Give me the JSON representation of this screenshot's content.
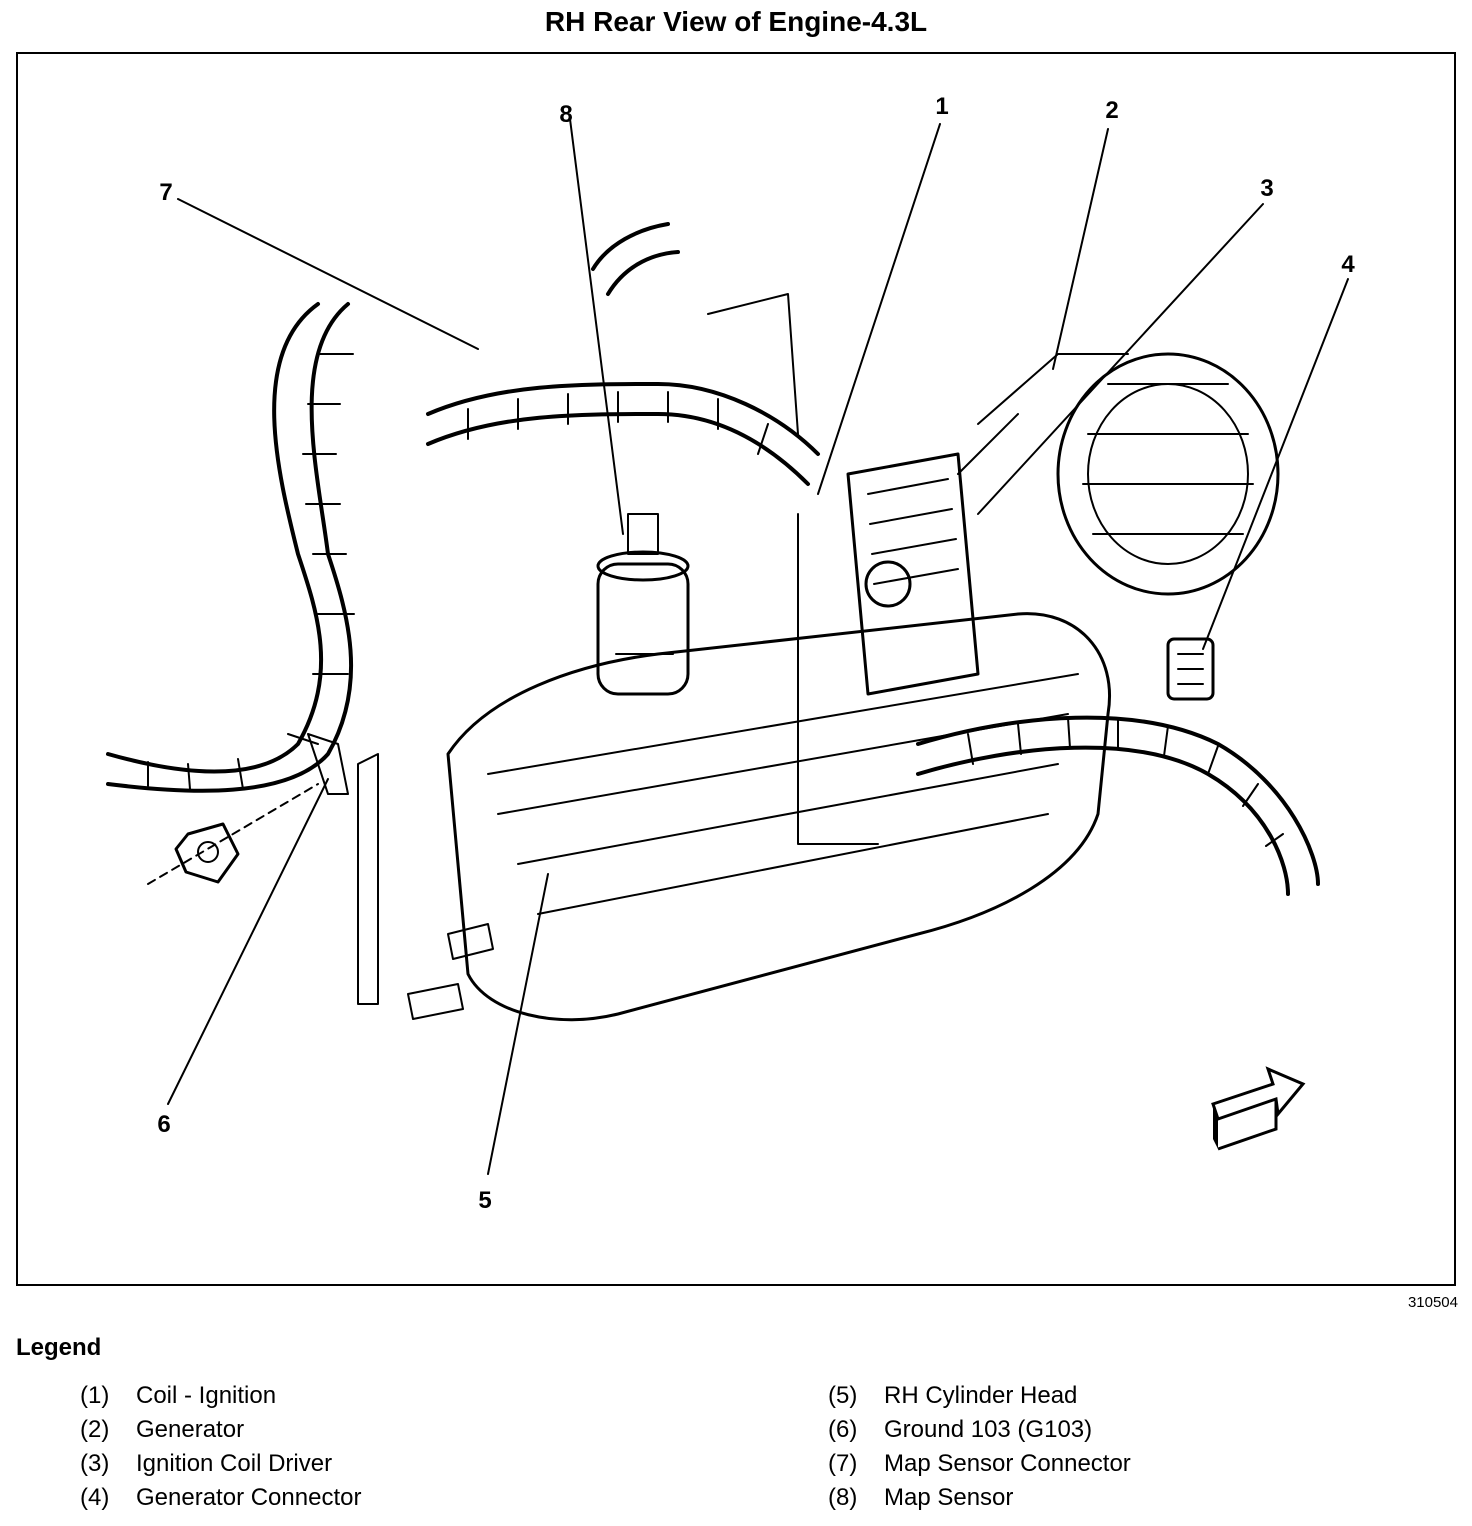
{
  "title": "RH Rear View of Engine-4.3L",
  "figure_id": "310504",
  "callouts": [
    "1",
    "2",
    "3",
    "4",
    "5",
    "6",
    "7",
    "8"
  ],
  "legend": {
    "heading": "Legend",
    "items": [
      {
        "num": "(1)",
        "label": "Coil - Ignition"
      },
      {
        "num": "(2)",
        "label": "Generator"
      },
      {
        "num": "(3)",
        "label": "Ignition Coil Driver"
      },
      {
        "num": "(4)",
        "label": "Generator Connector"
      },
      {
        "num": "(5)",
        "label": "RH Cylinder Head"
      },
      {
        "num": "(6)",
        "label": "Ground 103 (G103)"
      },
      {
        "num": "(7)",
        "label": "Map Sensor Connector"
      },
      {
        "num": "(8)",
        "label": "Map Sensor"
      }
    ]
  },
  "colors": {
    "ink": "#000000",
    "paper": "#ffffff"
  },
  "icons": [
    "front-direction-arrow-icon"
  ]
}
